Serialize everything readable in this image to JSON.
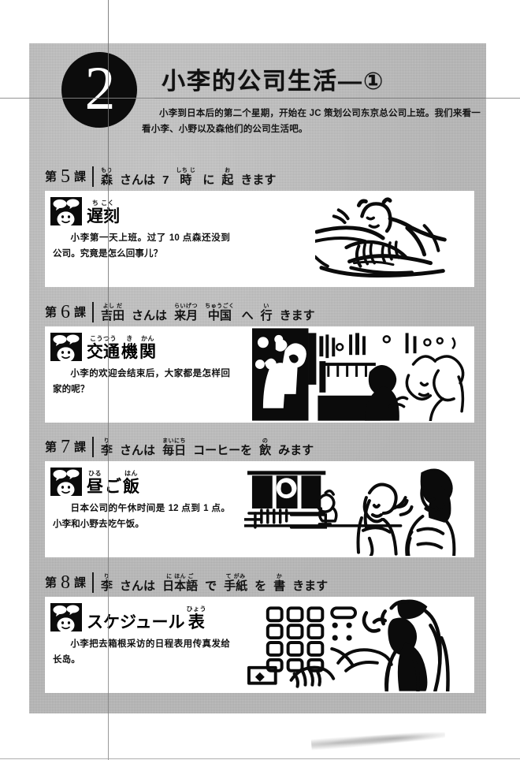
{
  "chapter": {
    "number": "2",
    "title": "小李的公司生活—①",
    "intro": "小李到日本后的第二个星期，开始在 JC 策划公司东京总公司上班。我们来看一看小李、小野以及森他们的公司生活吧。"
  },
  "lessons": [
    {
      "prefix": "第",
      "number": "5",
      "suffix": "課",
      "sentence": [
        {
          "rb": "森",
          "rt": "もり"
        },
        {
          "rb": "さんは",
          "rt": ""
        },
        {
          "rb": "7",
          "rt": ""
        },
        {
          "rb": "時",
          "rt": "しち じ"
        },
        {
          "rb": "に",
          "rt": ""
        },
        {
          "rb": "起",
          "rt": "お"
        },
        {
          "rb": "きます",
          "rt": ""
        }
      ],
      "sentence_text": "森さんは 7時に 起きます",
      "icon": "speech-face-icon",
      "title": [
        {
          "rb": "遅刻",
          "rt": "ち こく"
        }
      ],
      "title_text": "遅刻",
      "text": "小李第一天上班。过了 10 点森还没到公司。究竟是怎么回事儿？",
      "illustration": "man-sleeping-in-bed"
    },
    {
      "prefix": "第",
      "number": "6",
      "suffix": "課",
      "sentence": [
        {
          "rb": "吉田",
          "rt": "よし だ"
        },
        {
          "rb": "さんは",
          "rt": ""
        },
        {
          "rb": "来月",
          "rt": "らいげつ"
        },
        {
          "rb": "中国",
          "rt": "ちゅうごく"
        },
        {
          "rb": "へ",
          "rt": ""
        },
        {
          "rb": "行",
          "rt": "い"
        },
        {
          "rb": "きます",
          "rt": ""
        }
      ],
      "sentence_text": "吉田さんは 来月 中国へ 行きます",
      "icon": "speech-face-icon",
      "title": [
        {
          "rb": "交通",
          "rt": "こうつう"
        },
        {
          "rb": "機",
          "rt": "き"
        },
        {
          "rb": "関",
          "rt": "かん"
        }
      ],
      "title_text": "交通機関",
      "text": "小李的欢迎会结束后，大家都是怎样回家的呢？",
      "illustration": "people-at-night-station"
    },
    {
      "prefix": "第",
      "number": "7",
      "suffix": "課",
      "sentence": [
        {
          "rb": "李",
          "rt": "り"
        },
        {
          "rb": "さんは",
          "rt": ""
        },
        {
          "rb": "毎日",
          "rt": "まいにち"
        },
        {
          "rb": "コーヒーを",
          "rt": ""
        },
        {
          "rb": "飲",
          "rt": "の"
        },
        {
          "rb": "みます",
          "rt": ""
        }
      ],
      "sentence_text": "李さんは 毎日 コーヒーを 飲みます",
      "icon": "speech-face-icon",
      "title": [
        {
          "rb": "昼",
          "rt": "ひる"
        },
        {
          "rb": "ご",
          "rt": ""
        },
        {
          "rb": "飯",
          "rt": "はん"
        }
      ],
      "title_text": "昼ご飯",
      "text": "日本公司的午休时间是 12 点到 1 点。小李和小野去吃午饭。",
      "illustration": "two-women-at-noren-shop"
    },
    {
      "prefix": "第",
      "number": "8",
      "suffix": "課",
      "sentence": [
        {
          "rb": "李",
          "rt": "り"
        },
        {
          "rb": "さんは",
          "rt": ""
        },
        {
          "rb": "日本語",
          "rt": "に ほん ご"
        },
        {
          "rb": "で",
          "rt": ""
        },
        {
          "rb": "手紙",
          "rt": "て がみ"
        },
        {
          "rb": "を",
          "rt": ""
        },
        {
          "rb": "書",
          "rt": "か"
        },
        {
          "rb": "きます",
          "rt": ""
        }
      ],
      "sentence_text": "李さんは 日本語で 手紙を 書きます",
      "icon": "speech-face-icon",
      "title": [
        {
          "rb": "スケジュール",
          "rt": ""
        },
        {
          "rb": "表",
          "rt": "ひょう"
        }
      ],
      "title_text": "スケジュール表",
      "text": "小李把去箱根采访的日程表用传真发给长岛。",
      "illustration": "woman-using-fax-machine"
    }
  ],
  "colors": {
    "panel_gray": "#b9b9b9",
    "ink": "#111111",
    "paper": "#ffffff"
  }
}
